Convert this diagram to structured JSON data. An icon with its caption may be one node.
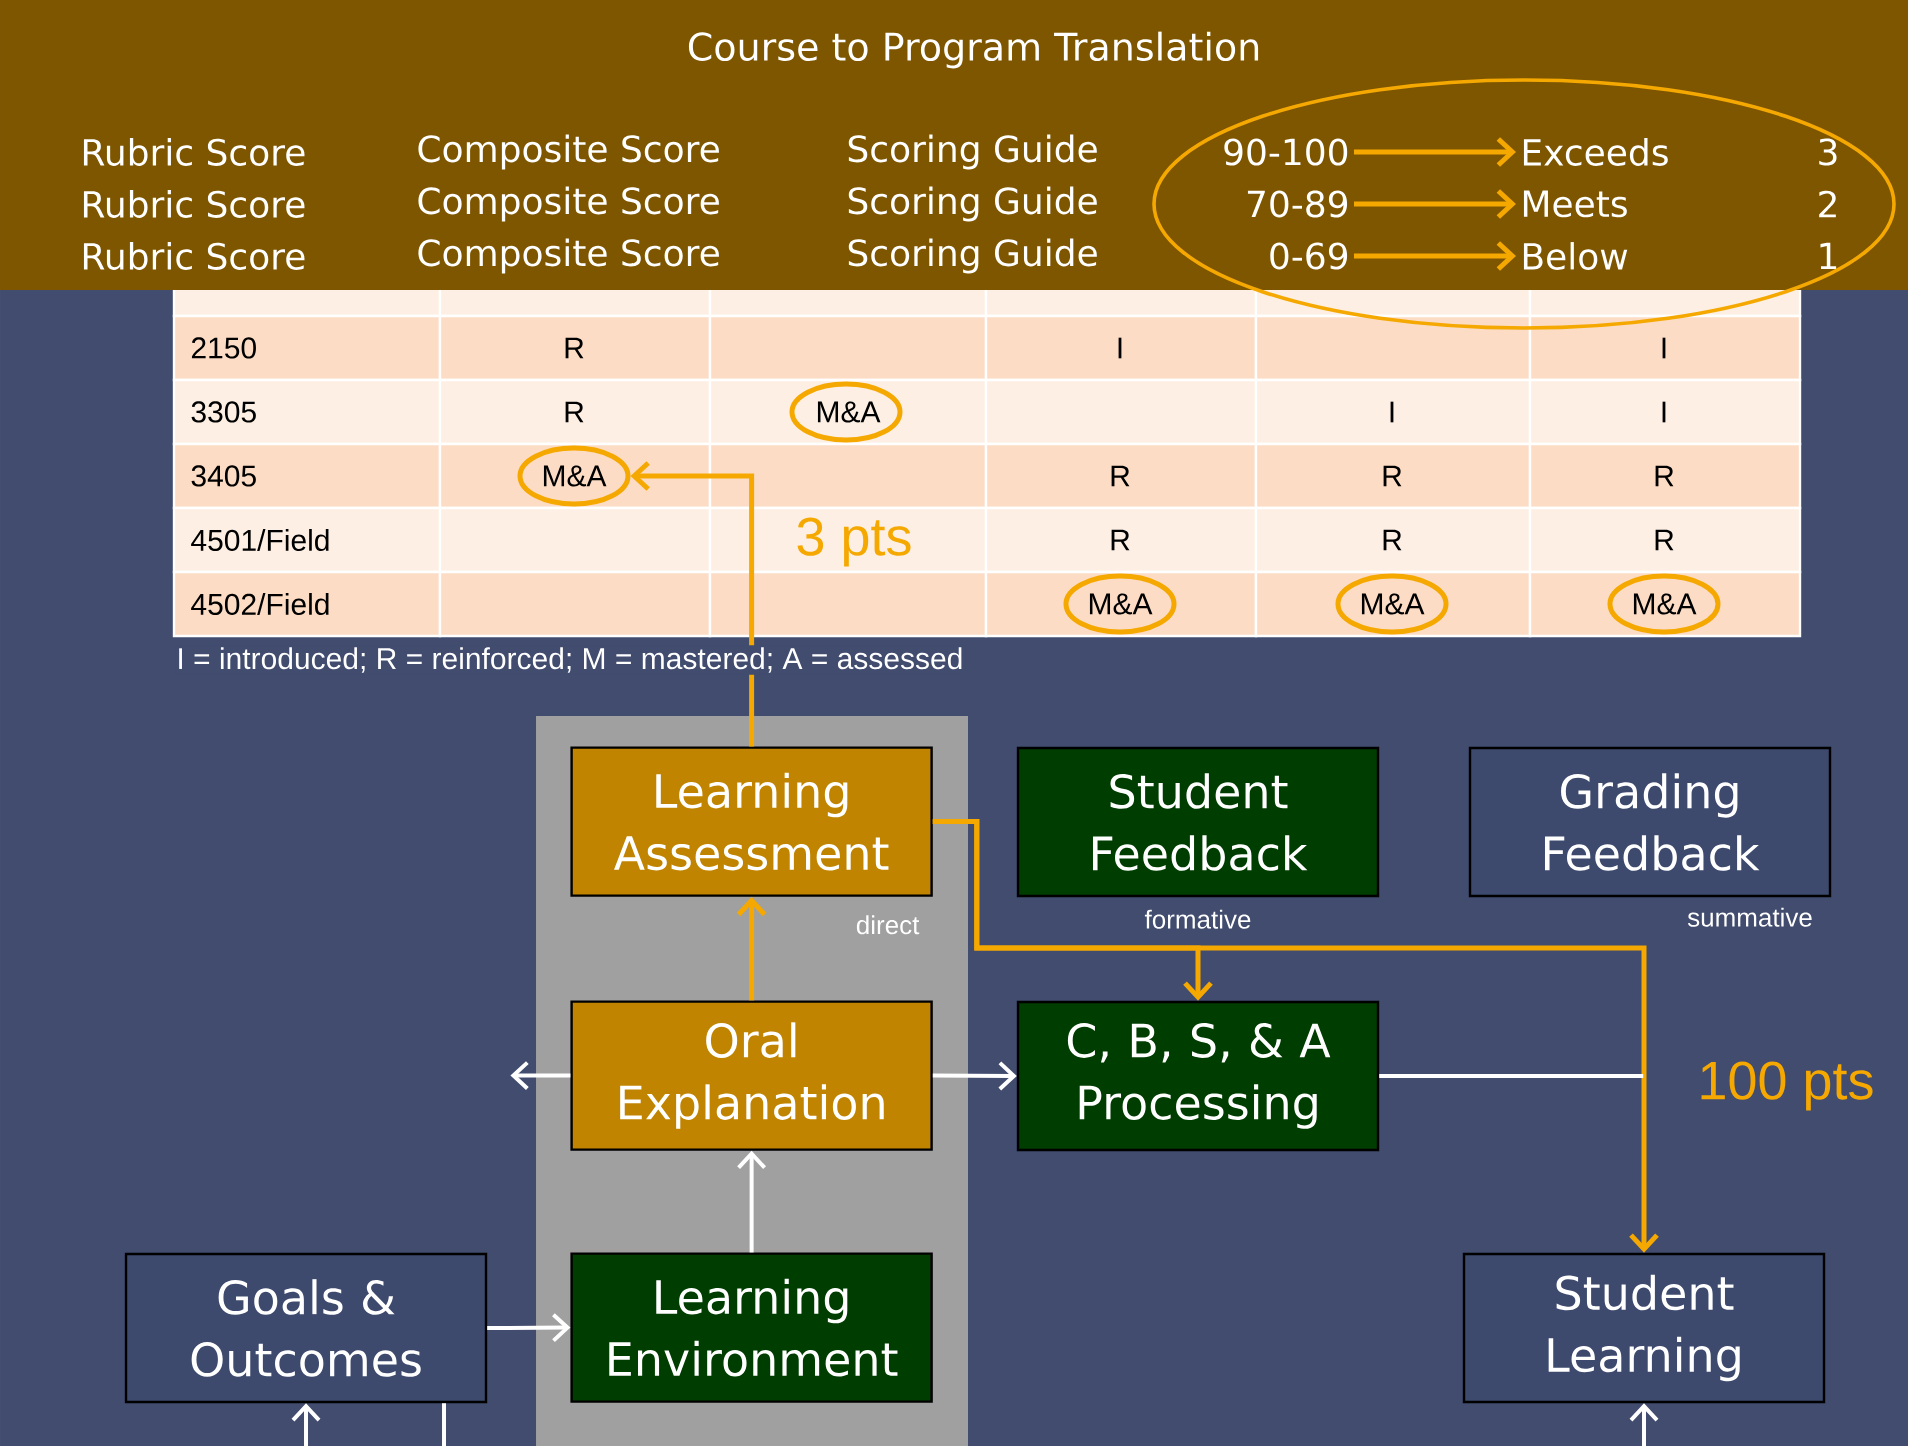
{
  "diagram": {
    "title": "Course to Program Translation",
    "nodes": [
      {
        "text": [
          "90-100"
        ]
      },
      {
        "text": [
          "Exceeds"
        ]
      },
      {
        "text": [
          "70-89"
        ]
      },
      {
        "text": [
          "Meets"
        ]
      },
      {
        "text": [
          "0-69"
        ]
      },
      {
        "text": [
          "Below"
        ]
      },
      {
        "text": [],
        "shape": "circle"
      },
      {
        "text": [],
        "shape": "circle"
      },
      {
        "text": [],
        "shape": "circle"
      },
      {
        "text": [],
        "shape": "circle"
      },
      {
        "text": [],
        "shape": "circle"
      },
      {
        "text": [],
        "shape": "box"
      },
      {
        "text": [
          "Learning Assessment"
        ],
        "in": 11,
        "beside": [
          "direct"
        ]
      },
      {
        "text": [
          "Student Feedback"
        ],
        "beside": [
          "formative"
        ]
      },
      {
        "text": [
          "Grading Feedback"
        ],
        "beside": [
          "summative"
        ]
      },
      {
        "text": [
          "Oral Explanation"
        ],
        "in": 11
      },
      {
        "text": [
          "C, B, S, & A Processing"
        ]
      },
      {
        "text": [
          "Goals & Outcomes"
        ]
      },
      {
        "text": [
          "Learning Environment"
        ],
        "in": 11
      },
      {
        "text": [
          "Student Learning"
        ]
      }
    ],
    "edges": [
      {
        "from": 0,
        "to": 1,
        "arrow": "to",
        "color": "#f5a800"
      },
      {
        "from": 2,
        "to": 3,
        "arrow": "to",
        "color": "#f5a800"
      },
      {
        "from": 4,
        "to": 5,
        "arrow": "to",
        "color": "#f5a800"
      },
      {
        "from": 12,
        "to": 7,
        "arrow": "to",
        "label": "3 pts",
        "color": "#f5a800"
      },
      {
        "from": 12,
        "to": 16,
        "arrow": "to",
        "color": "#f5a800"
      },
      {
        "from": 12,
        "to": 19,
        "arrow": "to",
        "label": "100 pts",
        "color": "#f5a800"
      },
      {
        "from": 15,
        "to": 12,
        "arrow": "to",
        "color": "#f5a800"
      },
      {
        "from": 15,
        "to": 16,
        "arrow": "to"
      },
      {
        "from": 15,
        "to": null,
        "arrow": "to"
      },
      {
        "from": 18,
        "to": 15,
        "arrow": "to"
      },
      {
        "from": 17,
        "to": 18,
        "arrow": "to"
      },
      {
        "from": 16,
        "to": null,
        "arrow": "none"
      },
      {
        "from": null,
        "to": 17,
        "arrow": "to"
      },
      {
        "from": 17,
        "to": null,
        "arrow": "none"
      },
      {
        "from": null,
        "to": 19,
        "arrow": "to"
      }
    ],
    "labels": [
      "Rubric Score",
      "Composite Score",
      "Scoring Guide",
      "3",
      "Rubric Score",
      "Composite Score",
      "Scoring Guide",
      "2",
      "Rubric Score",
      "Composite Score",
      "Scoring Guide",
      "1",
      "2150",
      "R",
      "I",
      "I",
      "3305",
      "R",
      "M&A",
      "I",
      "I",
      "3405",
      "M&A",
      "R",
      "R",
      "R",
      "4501/Field",
      "R",
      "R",
      "R",
      "4502/Field",
      "M&A",
      "M&A",
      "M&A",
      "I = introduced;  R = reinforced;  M = mastered;  A = assessed"
    ]
  }
}
